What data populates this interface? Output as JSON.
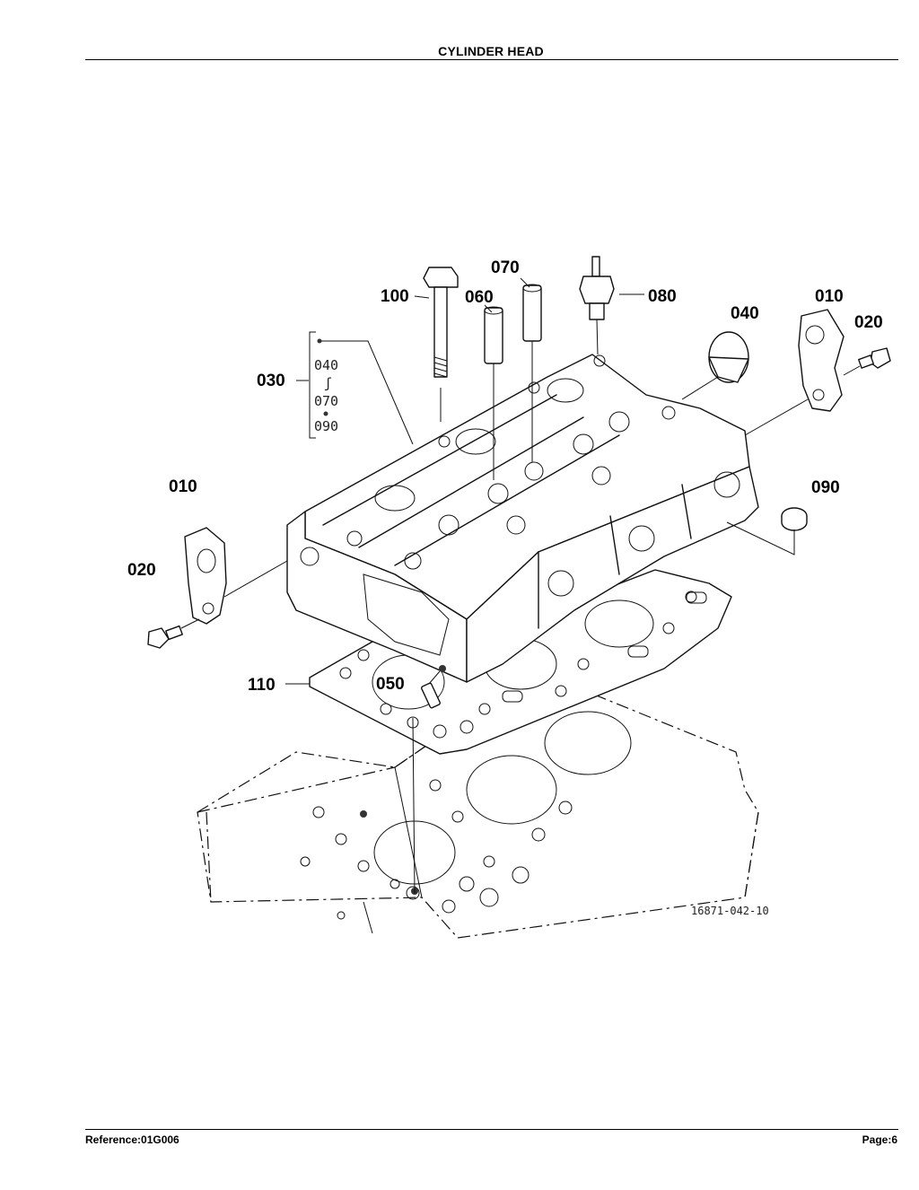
{
  "header": {
    "title": "CYLINDER HEAD"
  },
  "footer": {
    "reference": "Reference:01G006",
    "page": "Page:6"
  },
  "diagram": {
    "drawing_number": "16871-042-10",
    "callouts": {
      "c100": "100",
      "c060": "060",
      "c070": "070",
      "c080": "080",
      "c040": "040",
      "c010_right": "010",
      "c020_right": "020",
      "c030": "030",
      "c010_left": "010",
      "c020_left": "020",
      "c090": "090",
      "c110": "110",
      "c050": "050"
    },
    "kit_list": {
      "line1": "040",
      "line2": "070",
      "line3": "090"
    }
  }
}
